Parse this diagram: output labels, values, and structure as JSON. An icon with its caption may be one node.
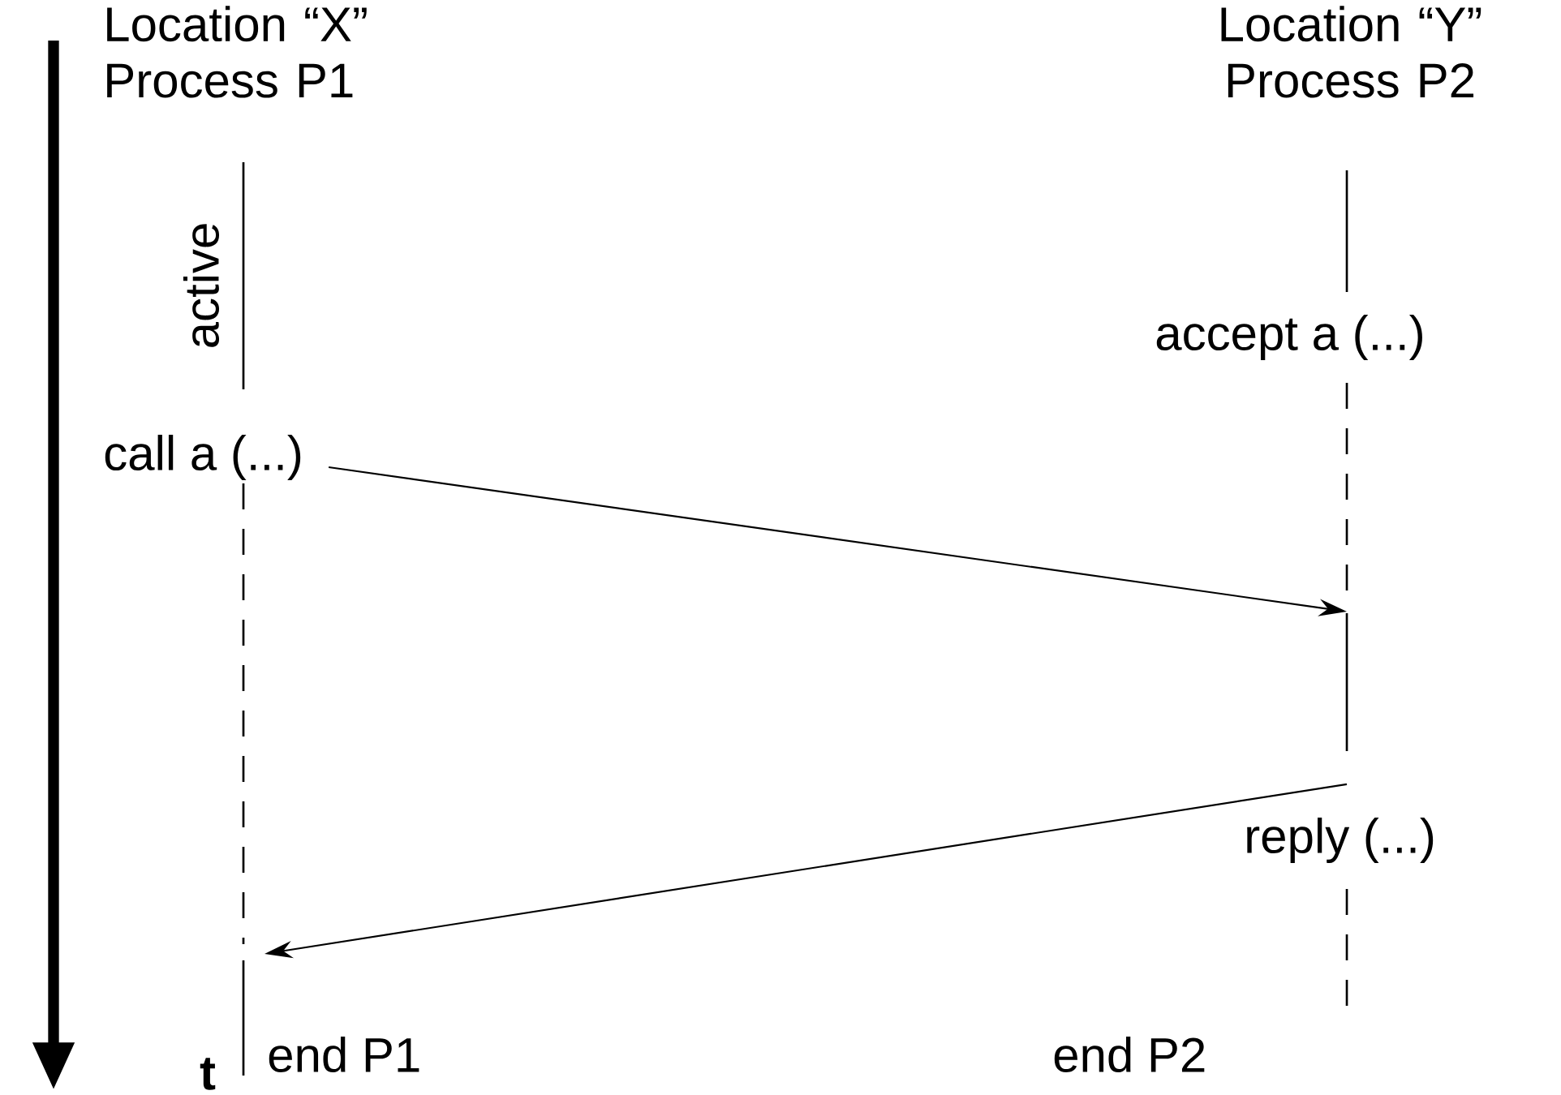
{
  "diagram": {
    "nodes": [
      {
        "text": [
          "Location “X” Process P1"
        ]
      },
      {
        "text": [
          "Location “Y” Process P2"
        ]
      },
      {
        "text": [
          "call a (...)"
        ]
      },
      {
        "text": [
          "accept a (...)"
        ]
      },
      {
        "text": [
          "reply (...)"
        ]
      },
      {
        "text": [
          "end P1"
        ]
      },
      {
        "text": [
          "end P2"
        ]
      }
    ],
    "edges": [
      {
        "from": 2,
        "to": null,
        "arrow": "to"
      },
      {
        "from": 4,
        "to": null,
        "arrow": "to"
      }
    ],
    "labels": [
      "active",
      "t"
    ]
  }
}
